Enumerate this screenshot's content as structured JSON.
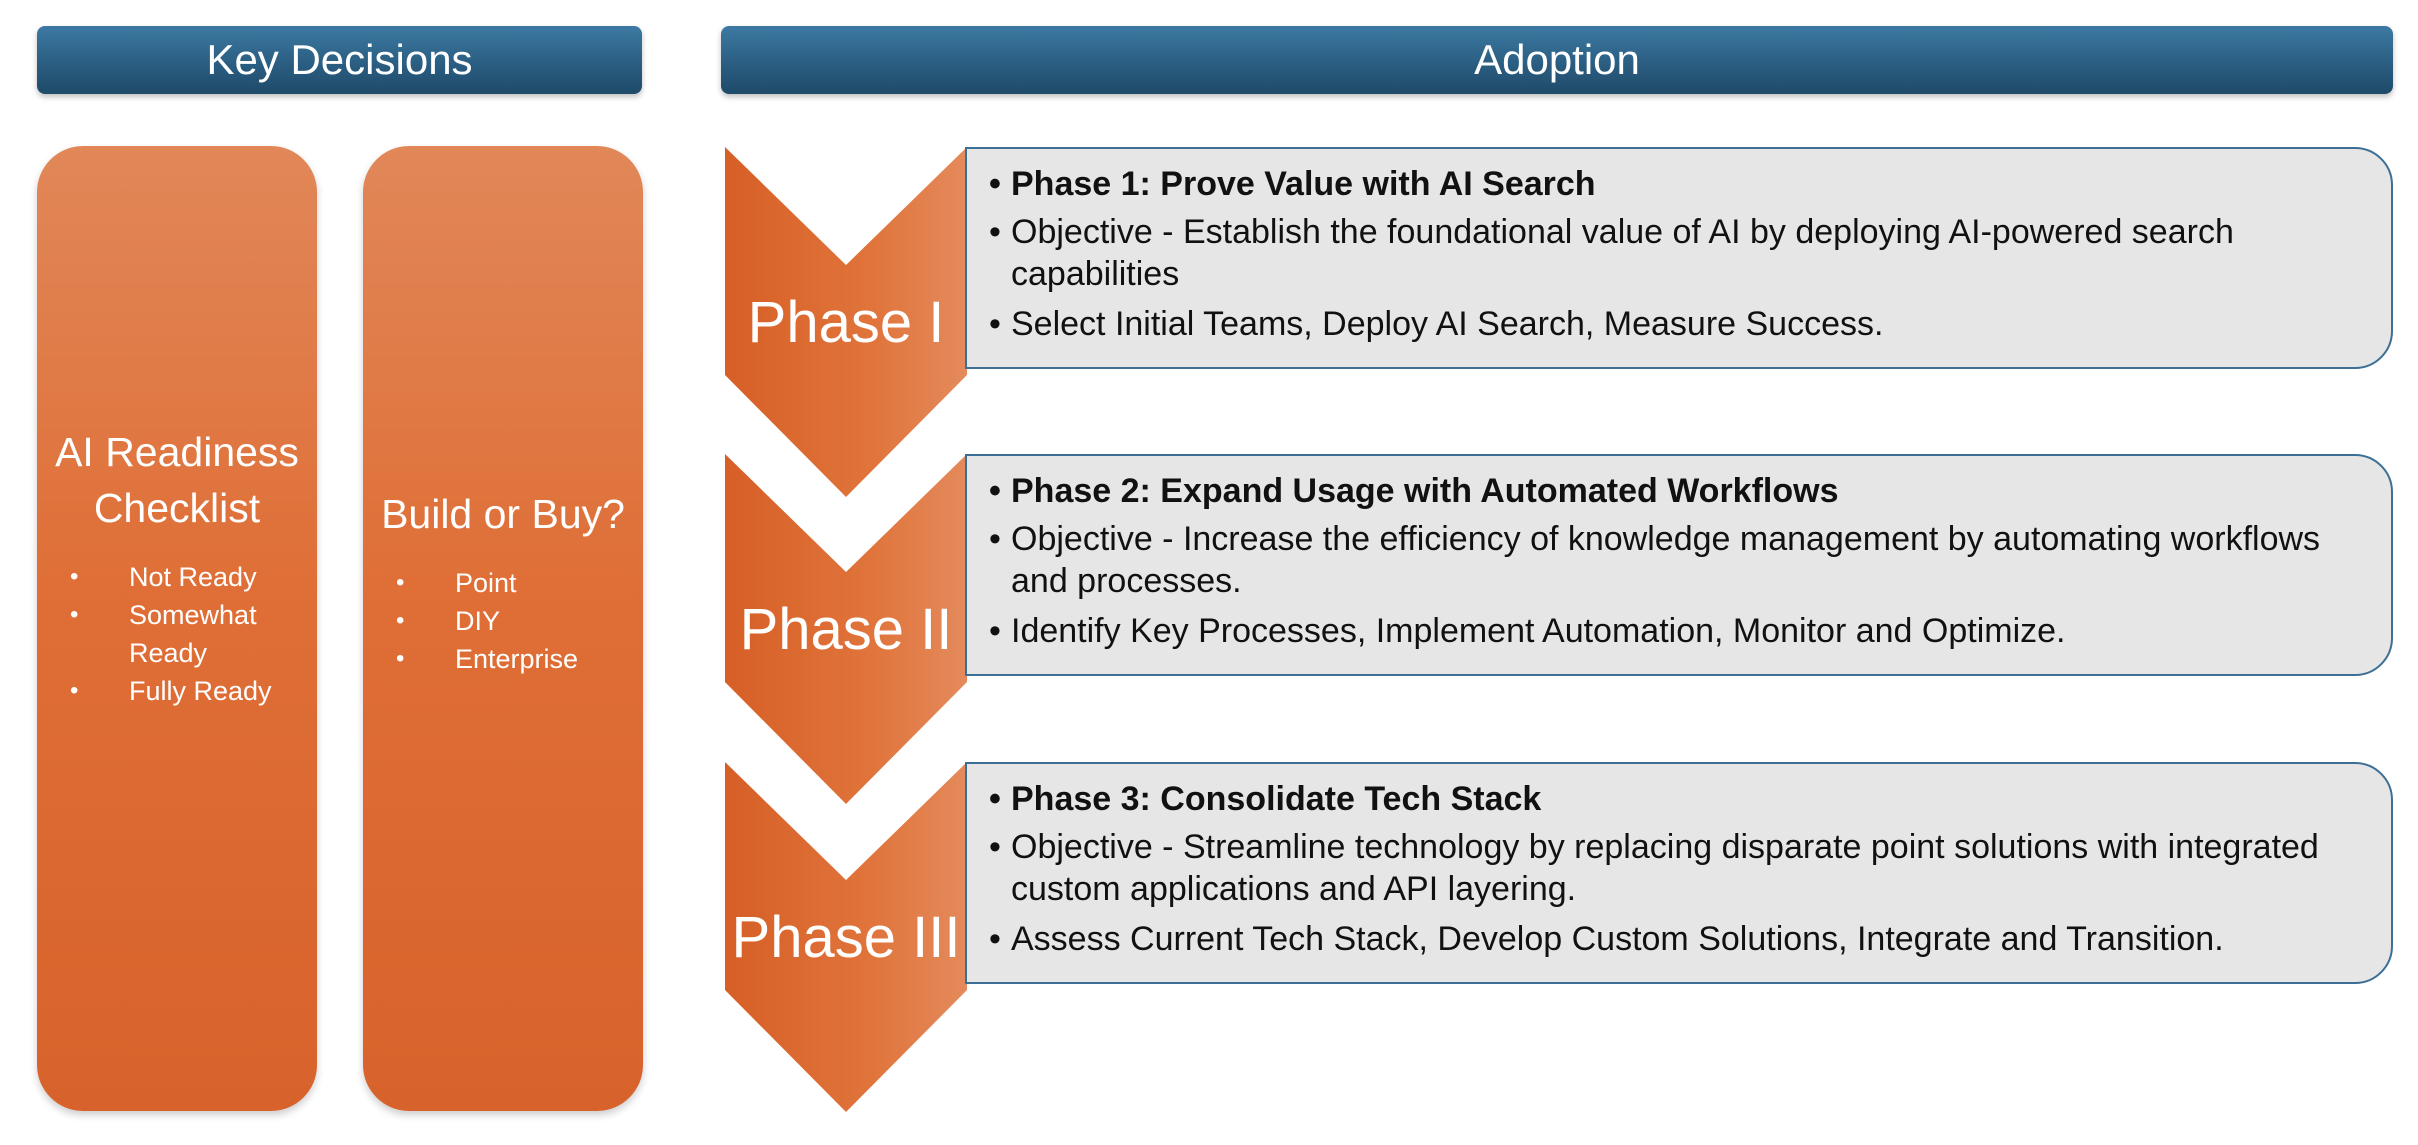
{
  "headers": {
    "key_decisions": "Key Decisions",
    "adoption": "Adoption"
  },
  "pillars": [
    {
      "title": "AI Readiness Checklist",
      "items": [
        "Not Ready",
        "Somewhat Ready",
        "Fully Ready"
      ]
    },
    {
      "title": "Build or Buy?",
      "items": [
        "Point",
        "DIY",
        "Enterprise"
      ]
    }
  ],
  "phases": [
    {
      "label": "Phase I",
      "heading": "Phase 1: Prove Value with AI Search",
      "objective": "Objective - Establish the foundational value of AI by deploying AI-powered search capabilities",
      "steps": "Select Initial Teams, Deploy AI Search, Measure Success."
    },
    {
      "label": "Phase II",
      "heading": "Phase 2: Expand Usage with Automated Workflows",
      "objective": "Objective - Increase the efficiency of knowledge management by automating workflows and processes.",
      "steps": "Identify Key Processes, Implement Automation, Monitor and Optimize."
    },
    {
      "label": "Phase III",
      "heading": "Phase 3: Consolidate Tech Stack",
      "objective": "Objective - Streamline technology by replacing disparate point solutions with integrated custom applications and API layering.",
      "steps": "Assess Current Tech Stack, Develop Custom Solutions, Integrate and Transition."
    }
  ],
  "colors": {
    "header_blue": "#2b5e82",
    "pillar_orange": "#df6f37",
    "box_gray": "#e6e6e6",
    "box_border": "#3c6f96"
  }
}
